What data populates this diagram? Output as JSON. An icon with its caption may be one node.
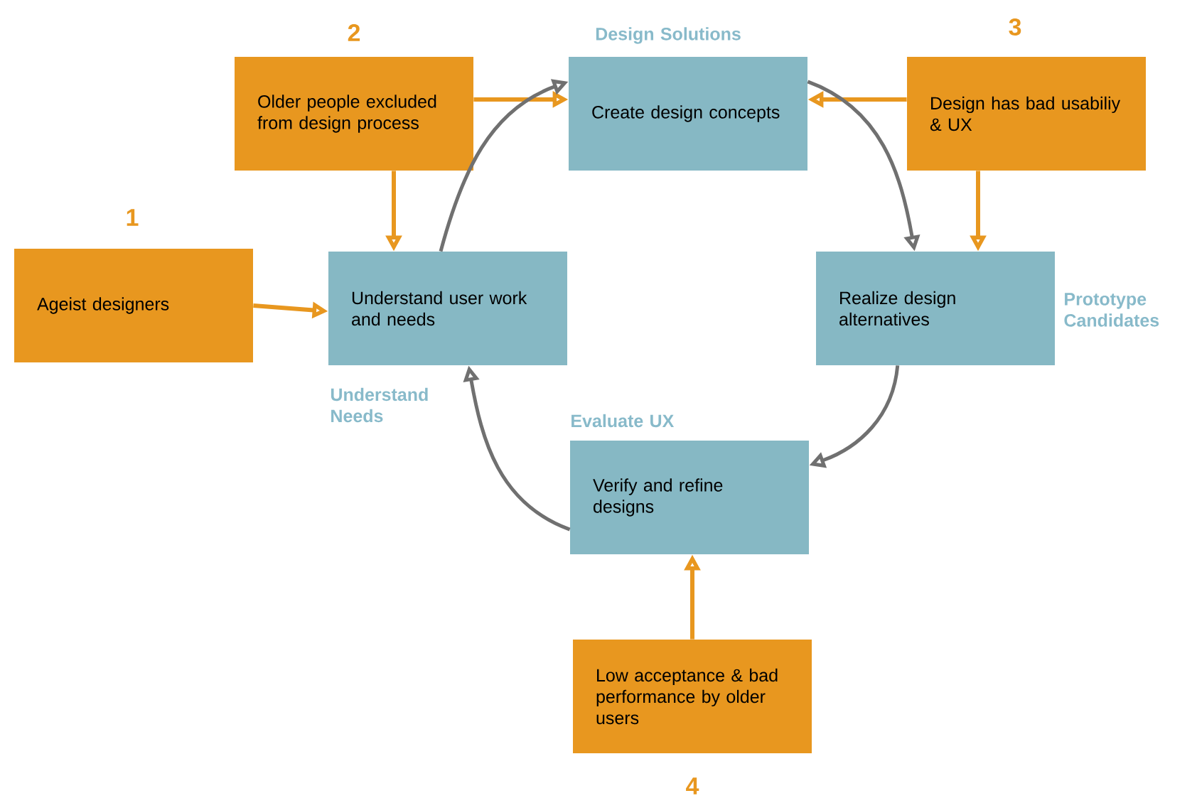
{
  "diagram": {
    "nodes": [
      {
        "text": [
          "Ageist designers"
        ],
        "beside": [
          "1"
        ]
      },
      {
        "text": [
          "Older people excluded from design process"
        ],
        "beside": [
          "2"
        ]
      },
      {
        "text": [
          "Design has bad usabiliy & UX"
        ],
        "beside": [
          "3"
        ]
      },
      {
        "text": [
          "Low acceptance & bad performance by older users"
        ],
        "beside": [
          "4"
        ]
      },
      {
        "text": [
          "Understand user work and needs"
        ],
        "beside": [
          "Understand Needs"
        ]
      },
      {
        "text": [
          "Create design concepts"
        ],
        "beside": [
          "Design Solutions"
        ]
      },
      {
        "text": [
          "Realize design alternatives"
        ],
        "beside": [
          "Prototype Candidates"
        ]
      },
      {
        "text": [
          "Verify and refine designs"
        ],
        "beside": [
          "Evaluate UX"
        ]
      }
    ],
    "edges": [
      {
        "from": 0,
        "to": 4,
        "arrow": "to"
      },
      {
        "from": 1,
        "to": 4,
        "arrow": "to"
      },
      {
        "from": 1,
        "to": 5,
        "arrow": "to"
      },
      {
        "from": 2,
        "to": 5,
        "arrow": "to"
      },
      {
        "from": 2,
        "to": 6,
        "arrow": "to"
      },
      {
        "from": 3,
        "to": 7,
        "arrow": "to"
      },
      {
        "from": 4,
        "to": 5,
        "arrow": "to",
        "color": "#707070"
      },
      {
        "from": 5,
        "to": 6,
        "arrow": "to",
        "color": "#707070"
      },
      {
        "from": 6,
        "to": 7,
        "arrow": "to",
        "color": "#707070"
      },
      {
        "from": 7,
        "to": 4,
        "arrow": "to",
        "color": "#707070"
      }
    ]
  }
}
